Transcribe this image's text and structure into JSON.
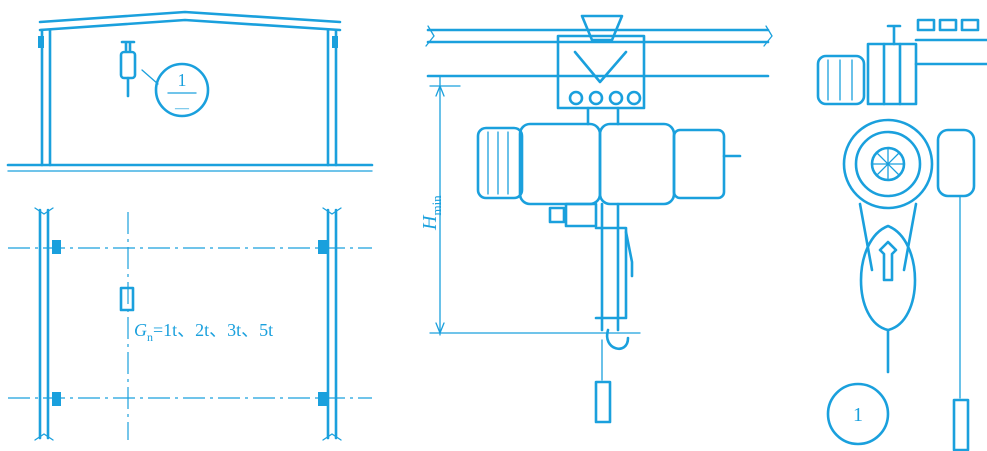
{
  "labels": {
    "detail_num_top": "1",
    "detail_num_bottom": "—",
    "load_G": "G",
    "load_sub": "n",
    "load_values": "=1t、2t、3t、5t",
    "height_H": "H",
    "height_sub": "min",
    "detail_circle": "1"
  },
  "colors": {
    "line": "#1aa0dd",
    "background": "#ffffff"
  }
}
